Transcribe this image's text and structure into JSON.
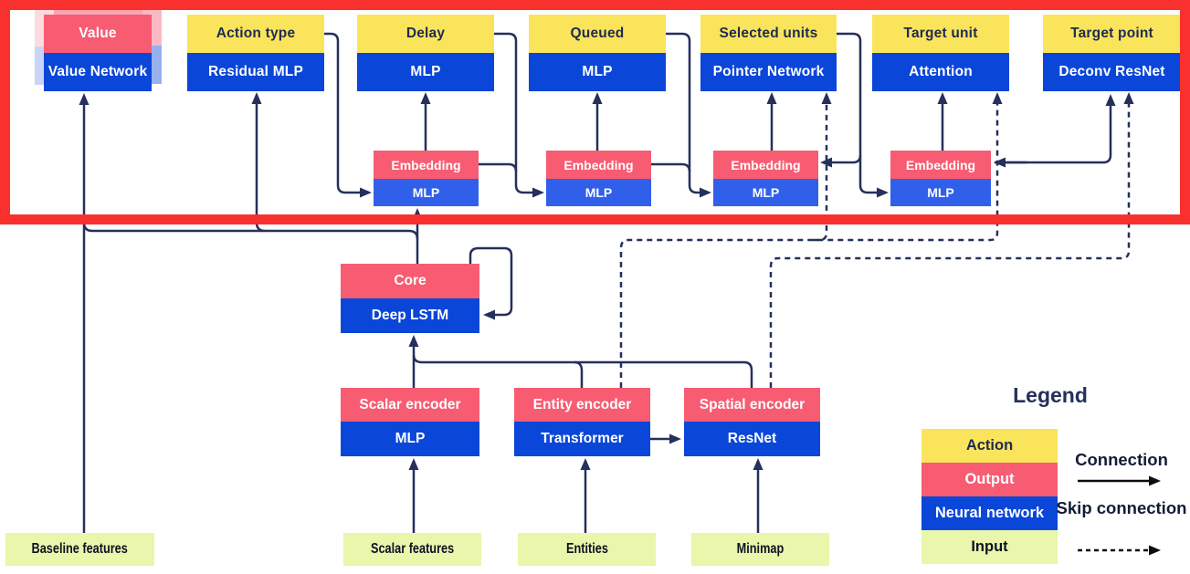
{
  "heads": [
    {
      "label": "Value",
      "network": "Value Network",
      "type": "output"
    },
    {
      "label": "Action type",
      "network": "Residual MLP",
      "type": "action"
    },
    {
      "label": "Delay",
      "network": "MLP",
      "type": "action"
    },
    {
      "label": "Queued",
      "network": "MLP",
      "type": "action"
    },
    {
      "label": "Selected units",
      "network": "Pointer Network",
      "type": "action"
    },
    {
      "label": "Target unit",
      "network": "Attention",
      "type": "action"
    },
    {
      "label": "Target point",
      "network": "Deconv ResNet",
      "type": "action"
    }
  ],
  "embedding": {
    "label": "Embedding",
    "network": "MLP"
  },
  "core": {
    "label": "Core",
    "network": "Deep LSTM"
  },
  "encoders": [
    {
      "label": "Scalar encoder",
      "network": "MLP"
    },
    {
      "label": "Entity encoder",
      "network": "Transformer"
    },
    {
      "label": "Spatial encoder",
      "network": "ResNet"
    }
  ],
  "inputs": [
    {
      "label": "Baseline features"
    },
    {
      "label": "Scalar features"
    },
    {
      "label": "Entities"
    },
    {
      "label": "Minimap"
    }
  ],
  "legend": {
    "title": "Legend",
    "items": [
      {
        "label": "Action",
        "color": "#fae45c"
      },
      {
        "label": "Output",
        "color": "#f75c72"
      },
      {
        "label": "Neural network",
        "color": "#0a46d8"
      },
      {
        "label": "Input",
        "color": "#e9f6ab"
      }
    ],
    "connection": {
      "label": "Connection",
      "style": "solid"
    },
    "skip_connection": {
      "label": "Skip connection",
      "style": "dashed"
    }
  },
  "colors": {
    "action_yellow": "#fae45c",
    "output_pink": "#f75c72",
    "network_blue": "#0a46d8",
    "embedding_blue": "#3060ea",
    "input_green": "#e9f6ab",
    "line_navy": "#25305c",
    "highlight_red": "#f8312f",
    "text_navy": "#1e2b52"
  }
}
